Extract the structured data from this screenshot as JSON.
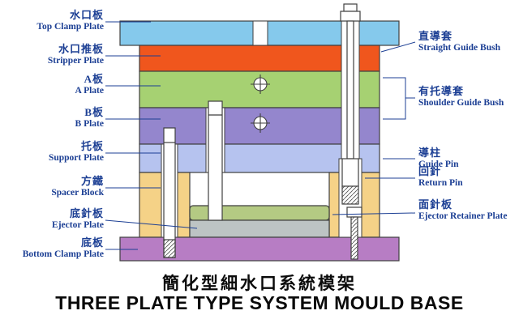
{
  "title": {
    "zh": "簡化型細水口系統模架",
    "en": "THREE PLATE TYPE SYSTEM MOULD BASE"
  },
  "labels": {
    "left": [
      {
        "zh": "水口板",
        "en": "Top Clamp Plate"
      },
      {
        "zh": "水口推板",
        "en": "Stripper Plate"
      },
      {
        "zh": "A板",
        "en": "A Plate"
      },
      {
        "zh": "B板",
        "en": "B Plate"
      },
      {
        "zh": "托板",
        "en": "Support Plate"
      },
      {
        "zh": "方鐵",
        "en": "Spacer Block"
      },
      {
        "zh": "底針板",
        "en": "Ejector Plate"
      },
      {
        "zh": "底板",
        "en": "Bottom Clamp Plate"
      }
    ],
    "right": [
      {
        "zh": "直導套",
        "en": "Straight Guide Bush"
      },
      {
        "zh": "有托導套",
        "en": "Shoulder Guide Bush"
      },
      {
        "zh": "導柱",
        "en": "Guide Pin"
      },
      {
        "zh": "回針",
        "en": "Return Pin"
      },
      {
        "zh": "面針板",
        "en": "Ejector Retainer Plate"
      }
    ]
  },
  "colors": {
    "top_clamp": "#85c9ec",
    "stripper": "#f0561d",
    "a_plate": "#a6d172",
    "b_plate": "#9486cd",
    "support": "#b6c3ef",
    "spacer": "#f5d287",
    "retainer": "#b4ca83",
    "ejector": "#bdc4c4",
    "bottom_clamp": "#b77dc4",
    "outline": "#3f3f3f",
    "label_text": "#1c3f94",
    "title": "#0a0a0a"
  }
}
